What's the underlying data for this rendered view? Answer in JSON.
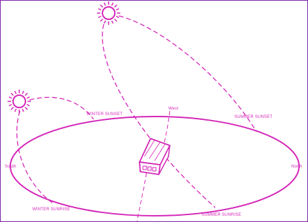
{
  "labels": {
    "winter_sunset": "WINTER SUNSET",
    "summer_sunset": "SUMMER SUNSET",
    "winter_sunrise": "WINTER SUNRISE",
    "summer_sunrise": "SUMMER SUNRISE",
    "south": "South",
    "north": "North",
    "west": "West"
  },
  "colors": {
    "line": "#d426b8",
    "frame": "#7a1fa8",
    "background": "#ffffff"
  },
  "icons": [
    "sun-icon",
    "house-icon"
  ]
}
